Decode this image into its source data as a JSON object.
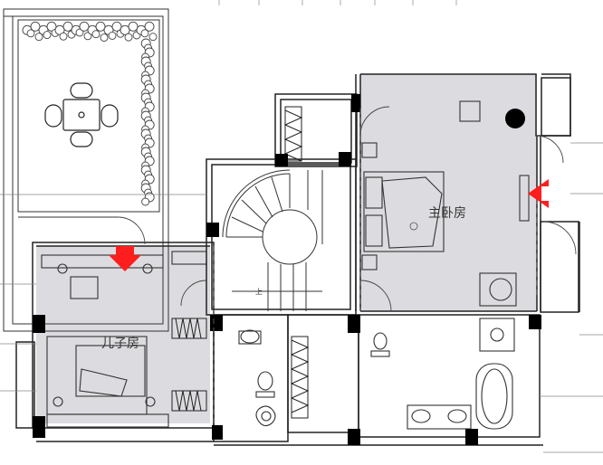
{
  "rooms": {
    "master_bedroom": "主卧房",
    "son_room": "儿子房"
  },
  "colors": {
    "room_fill": "#dcdce0",
    "wall": "#222222",
    "column": "#000000",
    "arrow": "#ff1e1e",
    "line": "#333333",
    "dim": "#888888",
    "plant": "#444444"
  },
  "markers": [
    {
      "id": "arrow-son-room",
      "direction": "down"
    },
    {
      "id": "arrow-master-bedroom",
      "direction": "left"
    }
  ],
  "stair_label": "上"
}
